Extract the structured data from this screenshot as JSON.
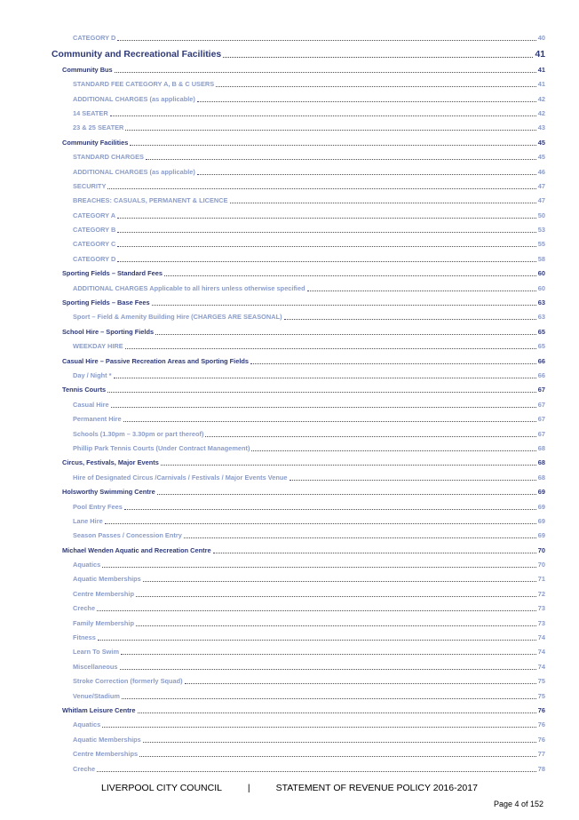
{
  "toc": [
    {
      "level": 3,
      "title": "CATEGORY D",
      "page": "40"
    },
    {
      "level": 1,
      "title": "Community and Recreational Facilities",
      "page": "41"
    },
    {
      "level": 2,
      "title": "Community Bus",
      "page": "41"
    },
    {
      "level": 3,
      "title": "STANDARD FEE CATEGORY A, B & C USERS",
      "page": "41"
    },
    {
      "level": 3,
      "title": "ADDITIONAL CHARGES (as applicable)",
      "page": "42"
    },
    {
      "level": 3,
      "title": "14 SEATER",
      "page": "42"
    },
    {
      "level": 3,
      "title": "23 & 25 SEATER",
      "page": "43"
    },
    {
      "level": 2,
      "title": "Community Facilities",
      "page": "45"
    },
    {
      "level": 3,
      "title": "STANDARD CHARGES",
      "page": "45"
    },
    {
      "level": 3,
      "title": "ADDITIONAL CHARGES (as applicable)",
      "page": "46"
    },
    {
      "level": 3,
      "title": "SECURITY",
      "page": "47"
    },
    {
      "level": 3,
      "title": "BREACHES: CASUALS, PERMANENT & LICENCE",
      "page": "47"
    },
    {
      "level": 3,
      "title": "CATEGORY A",
      "page": "50"
    },
    {
      "level": 3,
      "title": "CATEGORY B",
      "page": "53"
    },
    {
      "level": 3,
      "title": "CATEGORY C",
      "page": "55"
    },
    {
      "level": 3,
      "title": "CATEGORY D",
      "page": "58"
    },
    {
      "level": 2,
      "title": "Sporting Fields – Standard Fees",
      "page": "60"
    },
    {
      "level": 3,
      "title": "ADDITIONAL CHARGES Applicable to all hirers unless otherwise specified",
      "page": "60"
    },
    {
      "level": 2,
      "title": "Sporting Fields – Base Fees",
      "page": "63"
    },
    {
      "level": 3,
      "title": "Sport – Field & Amenity Building  Hire (CHARGES ARE SEASONAL)",
      "page": "63"
    },
    {
      "level": 2,
      "title": "School Hire – Sporting Fields",
      "page": "65"
    },
    {
      "level": 3,
      "title": "WEEKDAY HIRE",
      "page": "65"
    },
    {
      "level": 2,
      "title": "Casual Hire – Passive Recreation Areas and Sporting Fields",
      "page": "66"
    },
    {
      "level": 3,
      "title": "Day / Night *",
      "page": "66"
    },
    {
      "level": 2,
      "title": "Tennis Courts",
      "page": "67"
    },
    {
      "level": 3,
      "title": "Casual Hire",
      "page": "67"
    },
    {
      "level": 3,
      "title": "Permanent Hire",
      "page": "67"
    },
    {
      "level": 3,
      "title": "Schools (1.30pm – 3.30pm or part thereof)",
      "page": "67"
    },
    {
      "level": 3,
      "title": "Phillip Park Tennis Courts (Under Contract Management)",
      "page": "68"
    },
    {
      "level": 2,
      "title": "Circus, Festivals, Major Events",
      "page": "68"
    },
    {
      "level": 3,
      "title": "Hire of Designated Circus  /Carnivals / Festivals / Major Events Venue",
      "page": "68"
    },
    {
      "level": 2,
      "title": "Holsworthy Swimming Centre",
      "page": "69"
    },
    {
      "level": 3,
      "title": "Pool Entry Fees",
      "page": "69"
    },
    {
      "level": 3,
      "title": "Lane Hire",
      "page": "69"
    },
    {
      "level": 3,
      "title": "Season Passes / Concession Entry",
      "page": "69"
    },
    {
      "level": 2,
      "title": "Michael Wenden Aquatic and Recreation Centre",
      "page": "70"
    },
    {
      "level": 3,
      "title": "Aquatics",
      "page": "70"
    },
    {
      "level": 3,
      "title": "Aquatic Memberships",
      "page": "71"
    },
    {
      "level": 3,
      "title": "Centre Membership",
      "page": "72"
    },
    {
      "level": 3,
      "title": "Creche",
      "page": "73"
    },
    {
      "level": 3,
      "title": "Family Membership",
      "page": "73"
    },
    {
      "level": 3,
      "title": "Fitness",
      "page": "74"
    },
    {
      "level": 3,
      "title": "Learn To Swim",
      "page": "74"
    },
    {
      "level": 3,
      "title": "Miscellaneous",
      "page": "74"
    },
    {
      "level": 3,
      "title": "Stroke Correction (formerly Squad)",
      "page": "75"
    },
    {
      "level": 3,
      "title": "Venue/Stadium",
      "page": "75"
    },
    {
      "level": 2,
      "title": "Whitlam Leisure Centre",
      "page": "76"
    },
    {
      "level": 3,
      "title": "Aquatics",
      "page": "76"
    },
    {
      "level": 3,
      "title": "Aquatic Memberships",
      "page": "76"
    },
    {
      "level": 3,
      "title": "Centre Memberships",
      "page": "77"
    },
    {
      "level": 3,
      "title": "Creche",
      "page": "78"
    }
  ],
  "footer": {
    "org": "LIVERPOOL CITY COUNCIL",
    "separator": "|",
    "doc_title": "STATEMENT OF REVENUE POLICY 2016-2017",
    "page_label": "Page 4 of 152"
  },
  "colors": {
    "heading": "#2e3a78",
    "subentry": "#8a9cc8",
    "text": "#000000"
  }
}
